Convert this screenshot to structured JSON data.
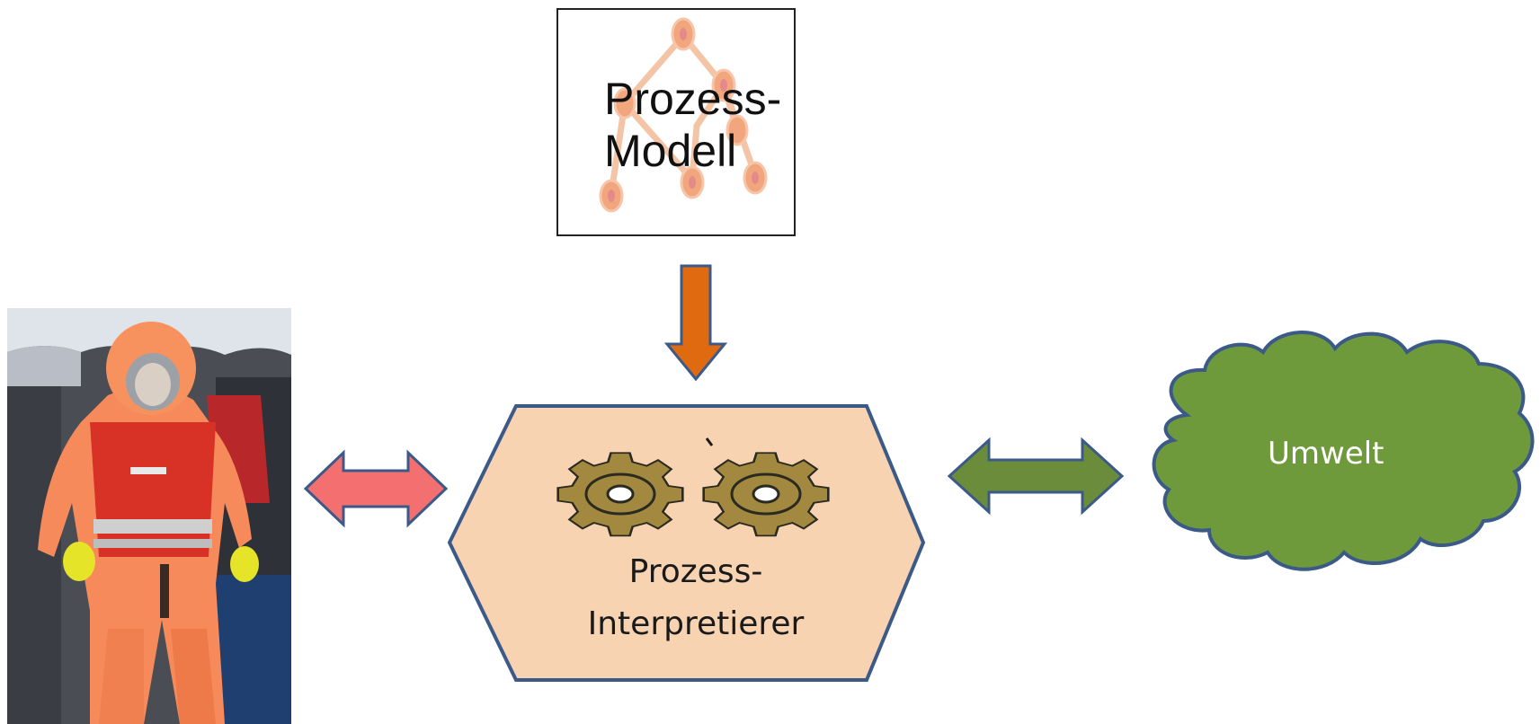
{
  "process_model": {
    "line1": "Prozess-",
    "line2": "Modell",
    "icon": "tree-graph-icon"
  },
  "interpreter": {
    "line1": "Prozess-",
    "line2": "Interpretierer",
    "icon": "gears-icon"
  },
  "environment": {
    "label": "Umwelt",
    "icon": "cloud-shape"
  },
  "person": {
    "icon": "hazmat-suit-photo"
  },
  "arrows": {
    "model_to_interpreter": "down-arrow",
    "person_interpreter": "double-arrow",
    "interpreter_environment": "double-arrow"
  },
  "colors": {
    "model_arrow": "#e06a10",
    "person_arrow": "#f46f6f",
    "env_arrow": "#6b8c3a",
    "hexagon_fill": "#f8d3b2",
    "hexagon_stroke": "#3b5a88",
    "cloud_fill": "#6f9a3c",
    "gear_fill": "#a3893f",
    "tree_nodes": "#f2a67e"
  }
}
